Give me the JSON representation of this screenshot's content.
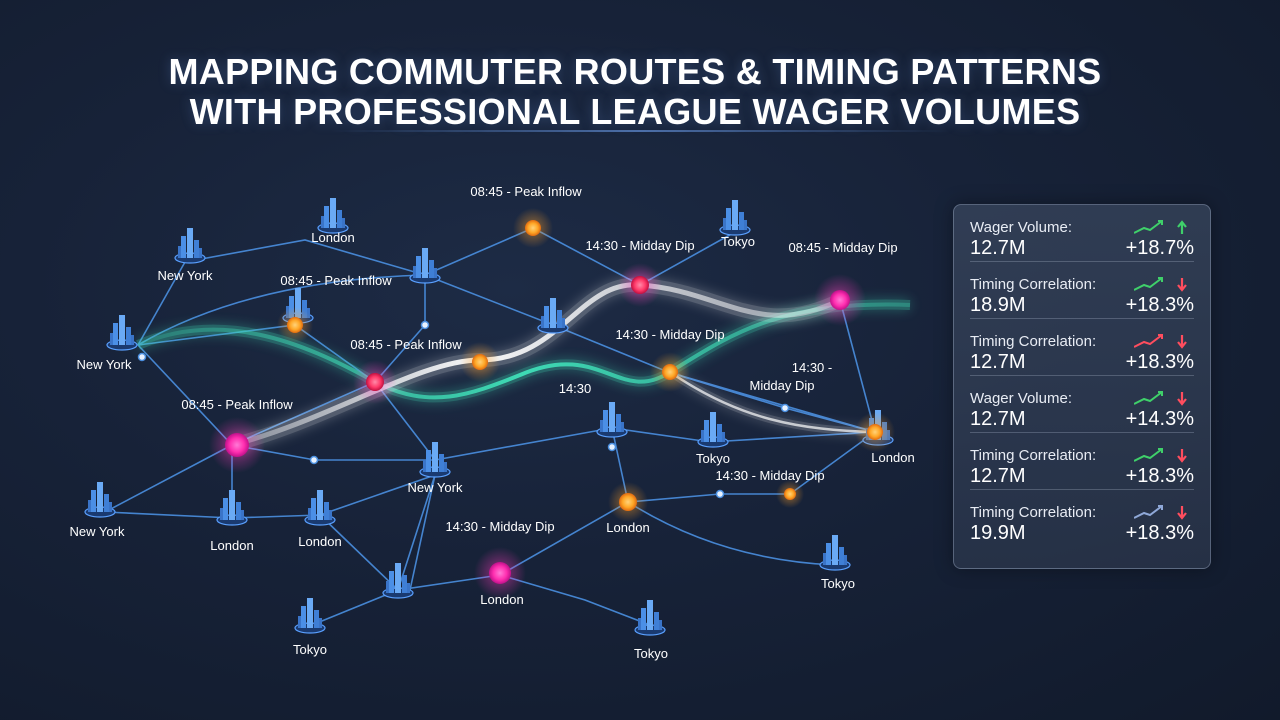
{
  "title": {
    "line1": "MAPPING COMMUTER ROUTES & TIMING PATTERNS",
    "line2": "WITH PROFESSIONAL LEAGUE WAGER VOLUMES"
  },
  "colors": {
    "background": "#172238",
    "route": "#4a8fe0",
    "glow_white": "#e8eef8",
    "glow_teal": "#3fd9b4",
    "hotspot_magenta": "#ff3ab8",
    "hotspot_orange": "#ffa726",
    "trend_up": "#3fd06a",
    "trend_down": "#ff4d5e",
    "trend_neutral": "#8fa8d8"
  },
  "cities": [
    {
      "id": "c1",
      "name": "London"
    },
    {
      "id": "c2",
      "name": "New York"
    },
    {
      "id": "c3",
      "name": "Tokyo"
    },
    {
      "id": "c4",
      "name": "New York"
    },
    {
      "id": "c5",
      "name": "Tokyo"
    },
    {
      "id": "c6",
      "name": "London"
    },
    {
      "id": "c7",
      "name": "New York"
    },
    {
      "id": "c8",
      "name": "New York"
    },
    {
      "id": "c9",
      "name": "London"
    },
    {
      "id": "c10",
      "name": "London"
    },
    {
      "id": "c11",
      "name": "London"
    },
    {
      "id": "c12",
      "name": "London"
    },
    {
      "id": "c13",
      "name": "Tokyo"
    },
    {
      "id": "c14",
      "name": "Tokyo"
    },
    {
      "id": "c15",
      "name": "Tokyo"
    }
  ],
  "time_labels": [
    {
      "id": "t1",
      "text": "08:45 - Peak Inflow"
    },
    {
      "id": "t2",
      "text": "08:45 - Peak Inflow"
    },
    {
      "id": "t3",
      "text": "14:30 - Midday Dip"
    },
    {
      "id": "t4",
      "text": "08:45 - Midday Dip"
    },
    {
      "id": "t5",
      "text": "08:45 - Peak Inflow"
    },
    {
      "id": "t6",
      "text": "14:30 - Midday Dip"
    },
    {
      "id": "t7",
      "text": "08:45 - Peak Inflow"
    },
    {
      "id": "t8",
      "text": "14:30"
    },
    {
      "id": "t9a",
      "text": "14:30 -"
    },
    {
      "id": "t9b",
      "text": "Midday Dip"
    },
    {
      "id": "t10",
      "text": "14:30 - Midday Dip"
    },
    {
      "id": "t11",
      "text": "14:30 - Midday Dip"
    }
  ],
  "metrics": [
    {
      "label": "Wager Volume:",
      "value": "12.7M",
      "change": "+18.7%",
      "trend": "up"
    },
    {
      "label": "Timing Correlation:",
      "value": "18.9M",
      "change": "+18.3%",
      "trend": "down"
    },
    {
      "label": "Timing Correlation:",
      "value": "12.7M",
      "change": "+18.3%",
      "trend": "down-red"
    },
    {
      "label": "Wager Volume:",
      "value": "12.7M",
      "change": "+14.3%",
      "trend": "down"
    },
    {
      "label": "Timing Correlation:",
      "value": "12.7M",
      "change": "+18.3%",
      "trend": "down"
    },
    {
      "label": "Timing Correlation:",
      "value": "19.9M",
      "change": "+18.3%",
      "trend": "down-neutral"
    }
  ]
}
